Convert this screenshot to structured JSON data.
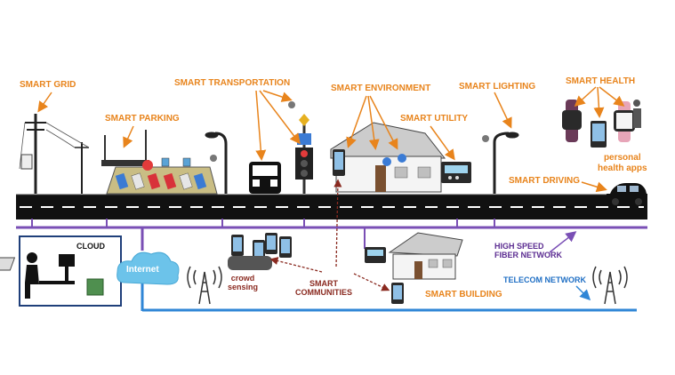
{
  "labels": {
    "smart_grid": "SMART GRID",
    "smart_parking": "SMART PARKING",
    "smart_transportation": "SMART TRANSPORTATION",
    "smart_environment": "SMART ENVIRONMENT",
    "smart_utility": "SMART UTILITY",
    "smart_lighting": "SMART LIGHTING",
    "smart_health": "SMART HEALTH",
    "personal_health_apps": "personal\nhealth apps",
    "smart_driving": "SMART DRIVING",
    "cloud": "CLOUD",
    "internet": "Internet",
    "crowd_sensing": "crowd\nsensing",
    "smart_communities": "SMART\nCOMMUNITIES",
    "smart_building": "SMART BUILDING",
    "high_speed_fiber": "HIGH SPEED\nFIBER NETWORK",
    "telecom_network": "TELECOM NETWORK"
  },
  "colors": {
    "label_orange": "#e8841c",
    "fiber_purple": "#7a4fb5",
    "telecom_blue": "#2f86d6",
    "road": "#111111",
    "cloud_box_border": "#1f3f7a",
    "internet_cloud": "#6cc3ea"
  },
  "icons": [
    "power-pole-icon",
    "parking-lot-icon",
    "street-lamp-icon",
    "bus-icon",
    "traffic-light-icon",
    "house-icon",
    "meter-icon",
    "smartwatch-icon",
    "car-icon",
    "computer-user-icon",
    "cell-tower-icon",
    "smartphone-icon"
  ]
}
